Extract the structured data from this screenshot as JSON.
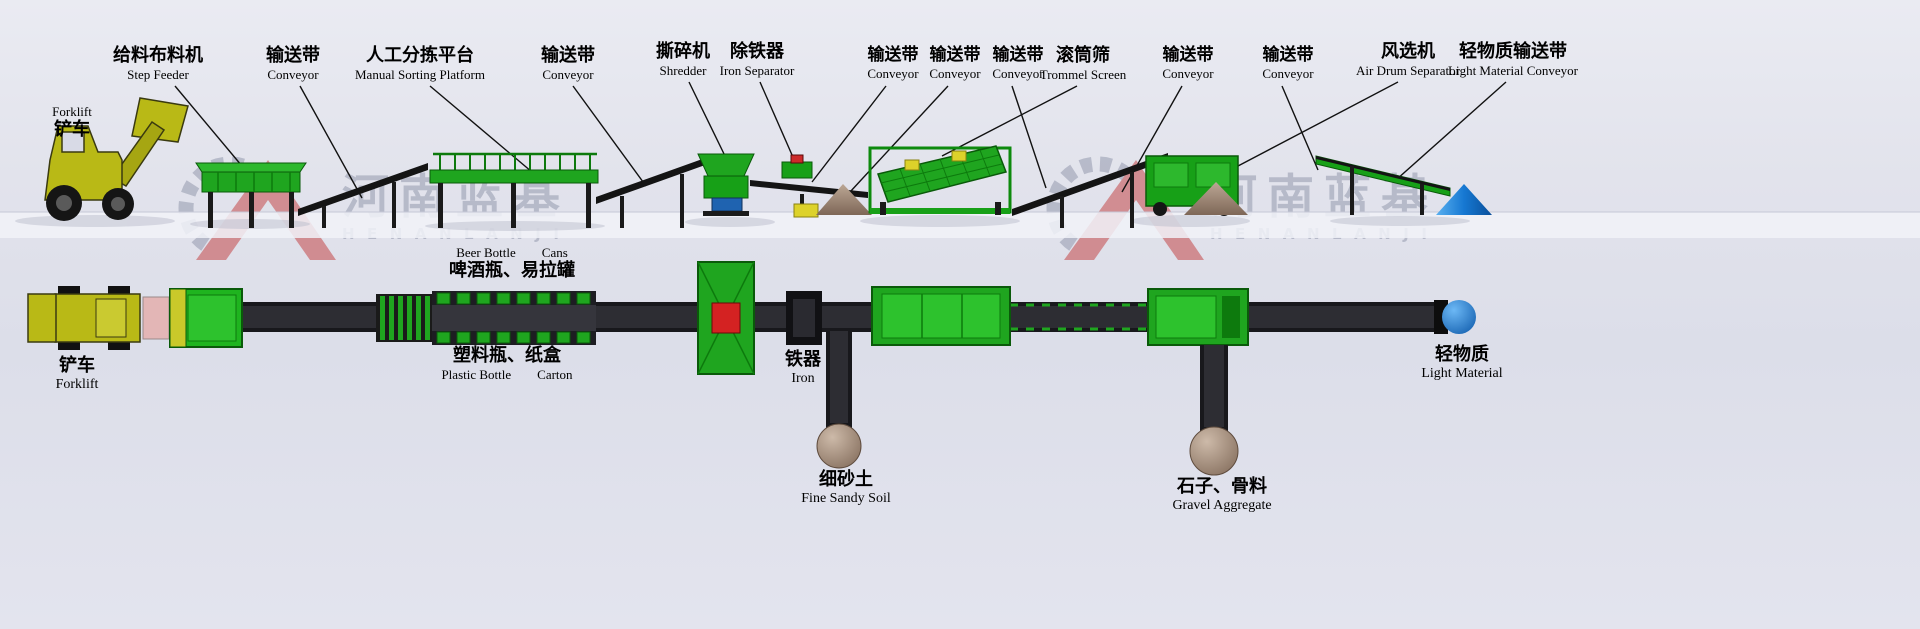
{
  "watermark": {
    "cn": "河南蓝基",
    "en": "HENANLANJI"
  },
  "top_labels": {
    "forklift": {
      "en": "Forklift",
      "cn": "铲车"
    },
    "step_feeder": {
      "cn": "给料布料机",
      "en": "Step Feeder"
    },
    "conveyor1": {
      "cn": "输送带",
      "en": "Conveyor"
    },
    "manual_sorting": {
      "cn": "人工分拣平台",
      "en": "Manual Sorting Platform"
    },
    "conveyor2": {
      "cn": "输送带",
      "en": "Conveyor"
    },
    "shredder": {
      "cn": "撕碎机",
      "en": "Shredder"
    },
    "iron_separator": {
      "cn": "除铁器",
      "en": "Iron Separator"
    },
    "conveyor3": {
      "cn": "输送带",
      "en": "Conveyor"
    },
    "conveyor4": {
      "cn": "输送带",
      "en": "Conveyor"
    },
    "conveyor5": {
      "cn": "输送带",
      "en": "Conveyor"
    },
    "trommel_screen": {
      "cn": "滚筒筛",
      "en": "Trommel Screen"
    },
    "conveyor6": {
      "cn": "输送带",
      "en": "Conveyor"
    },
    "conveyor7": {
      "cn": "输送带",
      "en": "Conveyor"
    },
    "air_separator": {
      "cn": "风选机",
      "en": "Air Drum Separator"
    },
    "light_conveyor": {
      "cn": "轻物质输送带",
      "en": "Light Material Conveyor"
    }
  },
  "bottom_labels": {
    "forklift": {
      "cn": "铲车",
      "en": "Forklift"
    },
    "beer_cans": {
      "en_left": "Beer Bottle",
      "en_right": "Cans",
      "cn": "啤酒瓶、易拉罐"
    },
    "plastic_carton": {
      "cn": "塑料瓶、纸盒",
      "en_left": "Plastic Bottle",
      "en_right": "Carton"
    },
    "iron": {
      "cn": "铁器",
      "en": "Iron"
    },
    "fine_sandy_soil": {
      "cn": "细砂土",
      "en": "Fine Sandy Soil"
    },
    "gravel": {
      "cn": "石子、骨料",
      "en": "Gravel Aggregate"
    },
    "light_material": {
      "cn": "轻物质",
      "en": "Light Material"
    }
  },
  "colors": {
    "equipment_green": "#1fa51f",
    "dark_green": "#0a5a0a",
    "conveyor_black": "#18181c",
    "forklift_yellow": "#b9b916",
    "pile_brown": "#9b8273",
    "light_material_blue": "#1678d2",
    "watermark_gray": "#8d93a8",
    "watermark_red": "#c23a3a",
    "background": "#e2e3ec"
  }
}
